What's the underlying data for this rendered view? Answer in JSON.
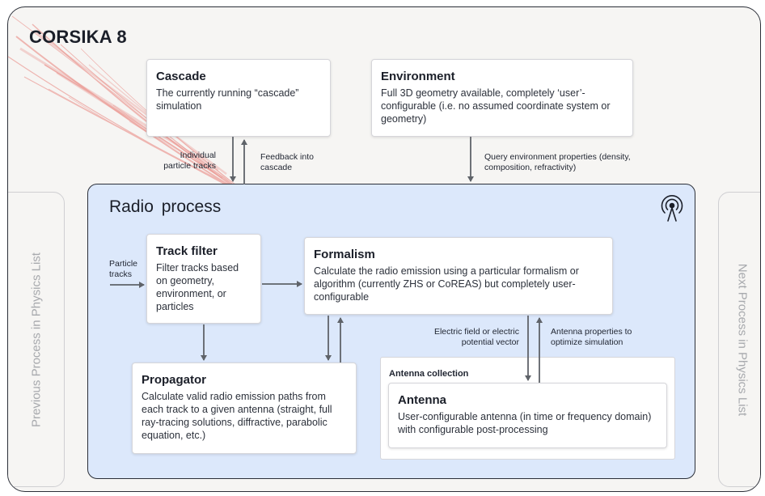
{
  "title": "CORSIKA 8",
  "side_left": "Previous Process in Physics List",
  "side_right": "Next Process in Physics List",
  "cascade": {
    "title": "Cascade",
    "desc": "The currently running “cascade” simulation"
  },
  "environment": {
    "title": "Environment",
    "desc": "Full 3D geometry available, completely ‘user’-configurable (i.e. no assumed coordinate system or geometry)"
  },
  "labels": {
    "individual_tracks": "Individual particle tracks",
    "feedback": "Feedback into cascade",
    "query_env": "Query environment properties (density, composition, refractivity)",
    "particle_tracks": "Particle tracks",
    "electric_field": "Electric field or electric potential vector",
    "antenna_props": "Antenna properties to optimize simulation",
    "antenna_collection": "Antenna collection"
  },
  "radio_title": "Radio process",
  "track_filter": {
    "title": "Track filter",
    "desc": "Filter tracks based on geometry, environment, or particles"
  },
  "formalism": {
    "title": "Formalism",
    "desc": "Calculate the radio emission using a particular formalism or algorithm (currently ZHS or CoREAS) but completely user-configurable"
  },
  "propagator": {
    "title": "Propagator",
    "desc": "Calculate valid radio emission paths from each track to a given antenna (straight, full ray-tracing solutions, diffractive, parabolic equation, etc.)"
  },
  "antenna": {
    "title": "Antenna",
    "desc": "User-configurable antenna (in time or frequency domain) with configurable post-processing"
  },
  "colors": {
    "radio_bg": "#dce8fb",
    "frame": "#2b2f38",
    "arrow": "#5f6369",
    "shower": "#e8817b"
  },
  "icons": {
    "radio": "radio-antenna-icon"
  }
}
